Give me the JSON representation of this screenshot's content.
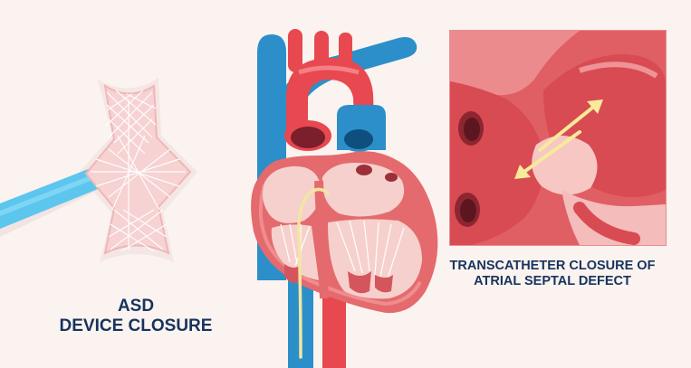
{
  "device_caption": {
    "line1": "ASD",
    "line2": "DEVICE CLOSURE"
  },
  "transcatheter_caption": {
    "line1": "TRANSCATHETER CLOSURE OF",
    "line2": "ATRIAL SEPTAL DEFECT"
  },
  "colors": {
    "background": "#fbf3f0",
    "caption_text": "#17335d",
    "vein_blue": "#2c8fc9",
    "artery_red": "#e8484f",
    "heart_tissue": "#e46a6e",
    "chamber_light": "#f6d0cd",
    "catheter": "#5cc6ee",
    "guide_wire": "#f2e6a1",
    "mesh": "#f3bcbc"
  },
  "icons": [
    "asd-occluder-device",
    "heart-cross-section",
    "atrial-septum-closeup",
    "flow-arrows"
  ]
}
